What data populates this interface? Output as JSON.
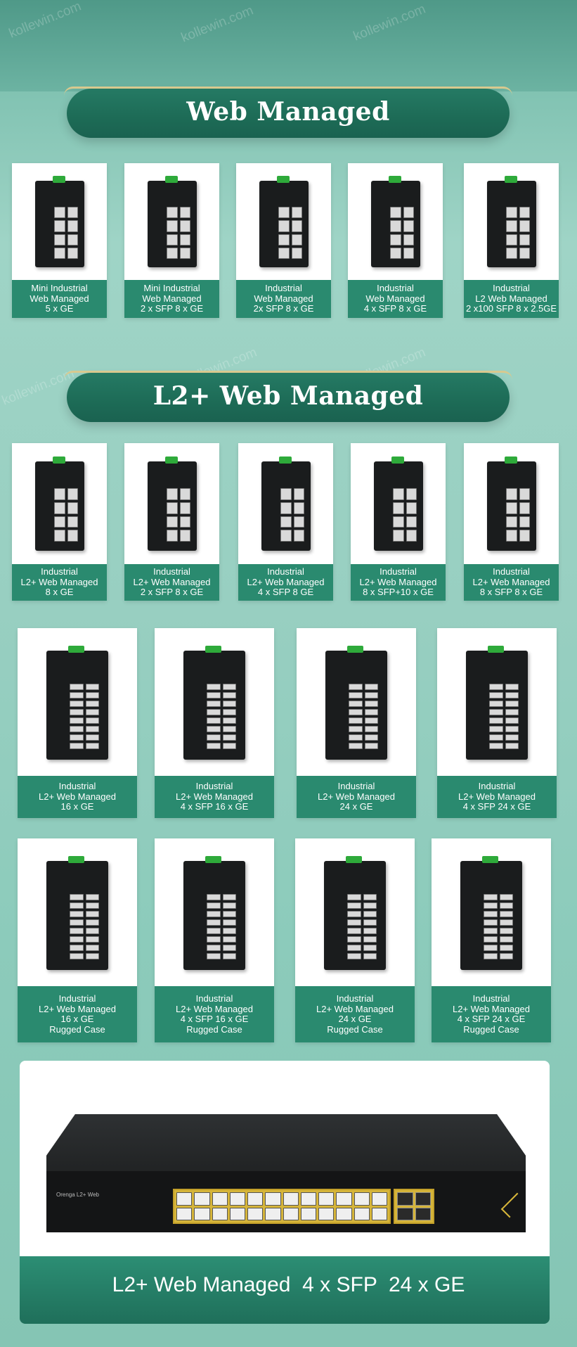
{
  "watermark": "kollewin.com",
  "sections": {
    "web_managed_title": "Web Managed",
    "l2plus_title": "L2+ Web Managed"
  },
  "web_managed": [
    {
      "lines": [
        "Mini Industrial",
        "Web Managed",
        "5 x GE"
      ]
    },
    {
      "lines": [
        "Mini Industrial",
        "Web Managed",
        "2 x SFP  8 x GE"
      ]
    },
    {
      "lines": [
        "Industrial",
        "Web Managed",
        "2x SFP  8 x GE"
      ]
    },
    {
      "lines": [
        "Industrial",
        "Web Managed",
        "4 x SFP  8 x GE"
      ]
    },
    {
      "lines": [
        "Industrial",
        "L2 Web Managed",
        "2 x100 SFP  8 x 2.5GE"
      ]
    }
  ],
  "l2plus_row1": [
    {
      "lines": [
        "Industrial",
        "L2+ Web Managed",
        "8 x GE"
      ]
    },
    {
      "lines": [
        "Industrial",
        "L2+ Web Managed",
        "2 x SFP  8 x GE"
      ]
    },
    {
      "lines": [
        "Industrial",
        "L2+ Web Managed",
        "4 x SFP   8 GE"
      ]
    },
    {
      "lines": [
        "Industrial",
        "L2+ Web Managed",
        "8 x SFP+10 x GE"
      ]
    },
    {
      "lines": [
        "Industrial",
        "L2+ Web Managed",
        "8 x SFP   8 x GE"
      ]
    }
  ],
  "l2plus_row2": [
    {
      "lines": [
        "Industrial",
        "L2+ Web Managed",
        "16 x GE"
      ]
    },
    {
      "lines": [
        "Industrial",
        "L2+ Web Managed",
        "4 x SFP  16 x GE"
      ]
    },
    {
      "lines": [
        "Industrial",
        "L2+ Web Managed",
        "24 x GE"
      ]
    },
    {
      "lines": [
        "Industrial",
        "L2+ Web Managed",
        "4 x SFP   24 x GE"
      ]
    }
  ],
  "l2plus_row3": [
    {
      "lines": [
        "Industrial",
        "L2+ Web Managed",
        "16 x GE",
        "Rugged Case"
      ]
    },
    {
      "lines": [
        "Industrial",
        "L2+ Web Managed",
        "4 x SFP   16 x GE",
        "Rugged Case"
      ]
    },
    {
      "lines": [
        "Industrial",
        "L2+ Web Managed",
        "24 x GE",
        "Rugged Case"
      ]
    },
    {
      "lines": [
        "Industrial",
        "L2+ Web Managed",
        "4 x SFP  24 x GE",
        "Rugged Case"
      ]
    }
  ],
  "featured": {
    "brand": "Orenga L2+ Web",
    "caption": "L2+ Web Managed  4 x SFP  24 x GE"
  },
  "colors": {
    "banner": "#1d6b56",
    "label": "#2a8a6f",
    "banner_trim": "#d8c98f",
    "port_frame": "#d6b53a"
  }
}
